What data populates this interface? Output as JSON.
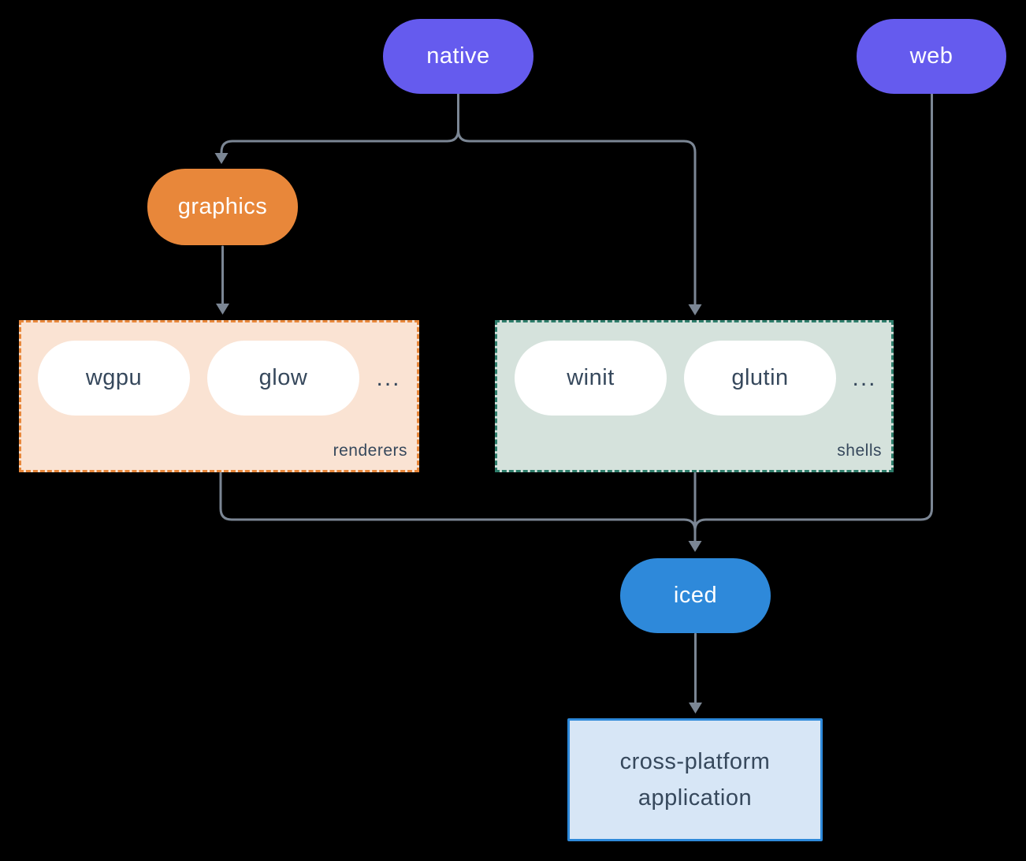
{
  "canvas": {
    "background": "#000000"
  },
  "colors": {
    "connector": "#7b8694",
    "native_fill": "#655bee",
    "web_fill": "#655bee",
    "graphics_fill": "#e8873a",
    "iced_fill": "#2e89da",
    "pill_text_light": "#ffffff",
    "text_dark": "#36485c",
    "renderers_fill": "#fae3d3",
    "renderers_border": "#e8873a",
    "shells_fill": "#d5e2dc",
    "shells_border": "#2e7d6b",
    "app_fill": "#d7e6f6",
    "app_border": "#2e89da"
  },
  "nodes": {
    "native": {
      "label": "native"
    },
    "web": {
      "label": "web"
    },
    "graphics": {
      "label": "graphics"
    },
    "iced": {
      "label": "iced"
    },
    "app": {
      "line1": "cross-platform",
      "line2": "application"
    }
  },
  "groups": {
    "renderers": {
      "label": "renderers",
      "pills": [
        "wgpu",
        "glow"
      ],
      "ellipsis": "..."
    },
    "shells": {
      "label": "shells",
      "pills": [
        "winit",
        "glutin"
      ],
      "ellipsis": "..."
    }
  },
  "edges": [
    {
      "from": "native",
      "to": "graphics"
    },
    {
      "from": "native",
      "to": "shells"
    },
    {
      "from": "graphics",
      "to": "renderers"
    },
    {
      "from": "renderers",
      "to": "iced"
    },
    {
      "from": "shells",
      "to": "iced"
    },
    {
      "from": "web",
      "to": "iced"
    },
    {
      "from": "iced",
      "to": "app"
    }
  ]
}
